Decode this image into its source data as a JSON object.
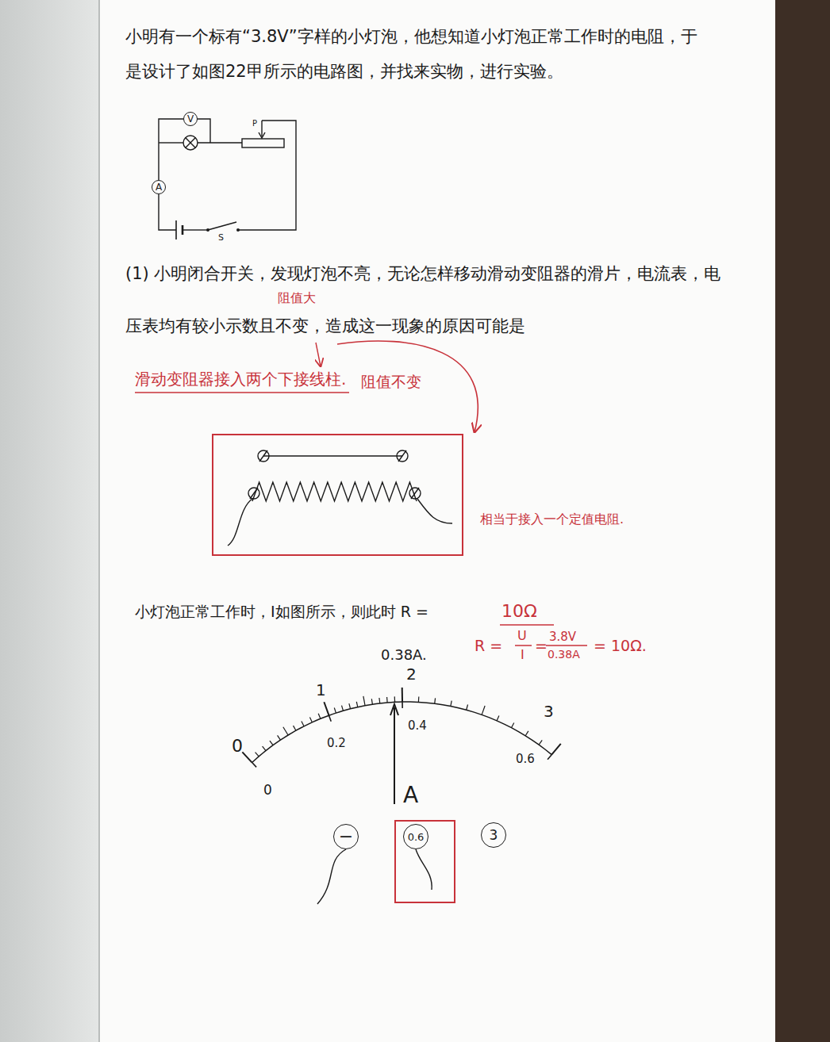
{
  "diagram": {
    "nodes": [
      {
        "text": [
          "V"
        ]
      },
      {
        "text": [
          "A"
        ]
      },
      {
        "text": [
          "−"
        ]
      },
      {
        "text": [
          "0.6"
        ]
      },
      {
        "text": [
          "3"
        ]
      }
    ],
    "edges": [
      {
        "from": 1,
        "to": 0,
        "arrow": "none"
      }
    ],
    "labels": [
      "小明有一个标有“3.8V”字样的小灯泡，他想知道小灯泡正常工作时的电阻，于是设计了如图22甲所示的电路图，并找来实物，进行实验。",
      "P",
      "S",
      "(1) 小明闭合开关，发现灯泡不亮，无论怎样移动滑动变阻器的滑片，电流表，电压表均有较小示数且不变，造成这一现象的原因可能是",
      "阻值大",
      "滑动变阻器接入两个下接线柱.",
      "阻值不变",
      "相当于接入一个定值电阻.",
      "小灯泡正常工作时，I如图所示，则此时 R =",
      "10Ω",
      "R =",
      "U",
      "I",
      "=",
      "3.8V",
      "0.38A",
      "= 10Ω.",
      "0.38A.",
      "2",
      "1",
      "0.4",
      "3",
      "0",
      "0.2",
      "0.6",
      "0",
      "A"
    ]
  }
}
